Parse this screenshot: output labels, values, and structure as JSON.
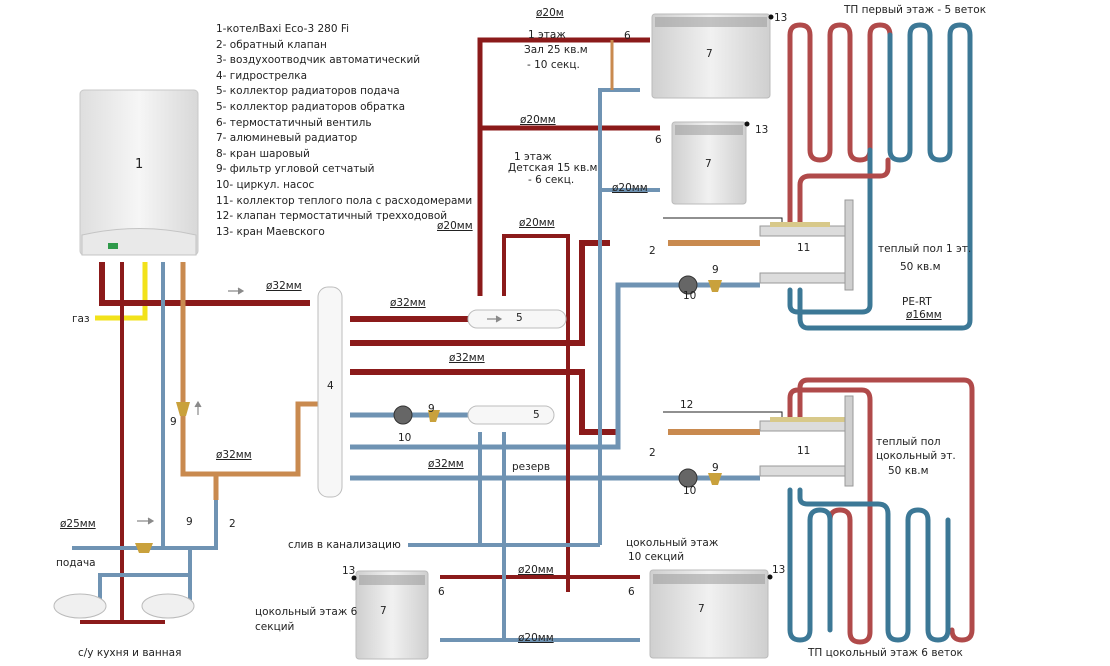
{
  "legend": [
    "1-котелBaxi Eco-3 280 Fi",
    "2- обратный клапан",
    "3- воздухоотводчик автоматический",
    "4- гидрострелка",
    "5- коллектор радиаторов подача",
    "5- коллектор радиаторов обратка",
    "6- термостатичный вентиль",
    "7- алюминевый радиатор",
    "8- кран шаровый",
    "9- фильтр угловой сетчатый",
    "10- циркул. насос",
    "11- коллектор теплого пола с расходомерами",
    "12- клапан термостатичный  трехходовой",
    "13- кран Маевского"
  ],
  "colors": {
    "supply_pipe": "#8b1a1a",
    "return_pipe": "#6f93b3",
    "gas_pipe": "#f2e21a",
    "mixed_pipe": "#c98a4f",
    "floor_loop_hot": "#b04a4a",
    "floor_loop_cold": "#3c7896",
    "device_gray": "#e3e3e3"
  },
  "labels": {
    "boiler_number": "1",
    "gas": "газ",
    "supply_water": "подача",
    "sinks": "с/у кухня и  ванная",
    "drain": "слив в канализацию",
    "reserve": "резерв",
    "hydro_arrow_number": "4",
    "floor1_title": "ТП первый этаж - 5 веток",
    "floor1_area_line1": "теплый пол 1 эт.",
    "floor1_area_line2": "50 кв.м",
    "pe_rt": "PE-RT",
    "pe_rt_dia": "ø16мм",
    "floor0_area_line1": "теплый пол",
    "floor0_area_line2": "цокольный эт.",
    "floor0_area_line3": "50 кв.м",
    "floor0_title": "ТП цокольный этаж 6 веток",
    "room1_line1": "1 этаж",
    "room1_line2": "Зал 25 кв.м",
    "room1_line3": "- 10 секц.",
    "room2_line1": "1 этаж",
    "room2_line2": "Детская 15 кв.м",
    "room2_line3": "- 6 секц.",
    "base_right_line1": "цокольный этаж",
    "base_right_line2": "10 секций",
    "base_left_line1": "цокольный этаж 6",
    "base_left_line2": "секций"
  },
  "diameters": {
    "d20m": "ø20м",
    "d20mm": "ø20мм",
    "d32mm": "ø32мм",
    "d25mm": "ø25мм"
  },
  "numbers": {
    "n1": "1",
    "n2": "2",
    "n4": "4",
    "n5": "5",
    "n6": "6",
    "n7": "7",
    "n9": "9",
    "n10": "10",
    "n11": "11",
    "n12": "12",
    "n13": "13"
  }
}
